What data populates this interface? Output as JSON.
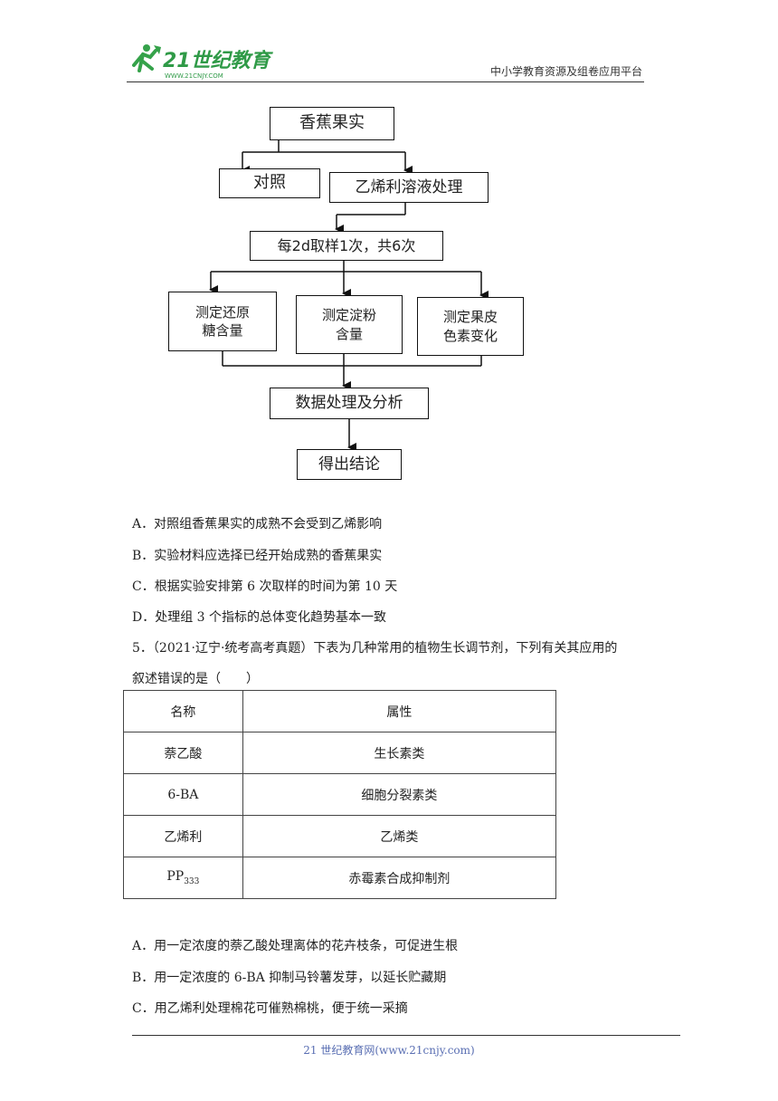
{
  "header": {
    "logo_text": "21世纪教育",
    "logo_url": "WWW.21CNJY.COM",
    "platform": "中小学教育资源及组卷应用平台"
  },
  "flowchart": {
    "banana": "香蕉果实",
    "control": "对照",
    "treatment": "乙烯利溶液处理",
    "sampling": "每2d取样1次，共6次",
    "measure1": [
      "测定还原",
      "糖含量"
    ],
    "measure2": [
      "测定淀粉",
      "含量"
    ],
    "measure3": [
      "测定果皮",
      "色素变化"
    ],
    "analysis": "数据处理及分析",
    "conclusion": "得出结论"
  },
  "q4_options": [
    "A．对照组香蕉果实的成熟不会受到乙烯影响",
    "B．实验材料应选择已经开始成熟的香蕉果实",
    "C．根据实验安排第 6 次取样的时间为第 10 天",
    "D．处理组 3 个指标的总体变化趋势基本一致"
  ],
  "q5": {
    "line1": "5．（2021·辽宁·统考高考真题）下表为几种常用的植物生长调节剂，下列有关其应用的",
    "line2": "叙述错误的是（　　）"
  },
  "table": {
    "headers": [
      "名称",
      "属性"
    ],
    "rows": [
      [
        "萘乙酸",
        "生长素类"
      ],
      [
        "6-BA",
        "细胞分裂素类"
      ],
      [
        "乙烯利",
        "乙烯类"
      ]
    ],
    "last_row": {
      "name_main": "PP",
      "name_sub": "333",
      "attr": "赤霉素合成抑制剂"
    }
  },
  "q5_options": [
    "A．用一定浓度的萘乙酸处理离体的花卉枝条，可促进生根",
    "B．用一定浓度的 6-BA 抑制马铃薯发芽，以延长贮藏期",
    "C．用乙烯利处理棉花可催熟棉桃，便于统一采摘"
  ],
  "footer": "21 世纪教育网(www.21cnjy.com)"
}
